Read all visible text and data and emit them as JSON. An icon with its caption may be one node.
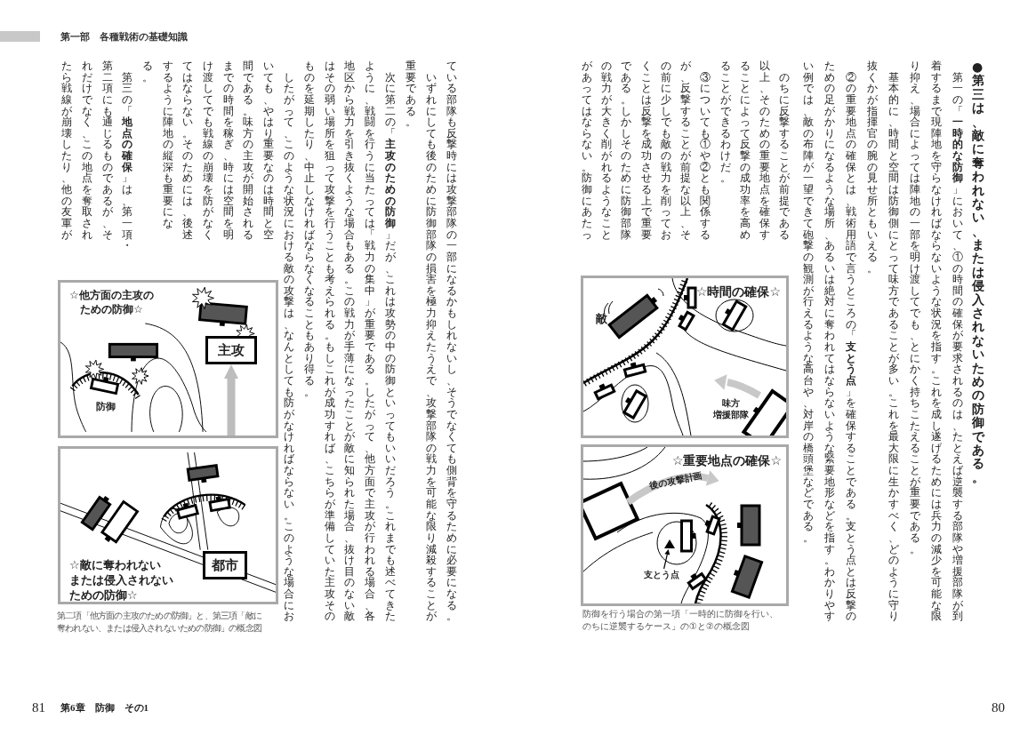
{
  "diagram": {
    "nodes": [
      {
        "text": [
          "☆時間の確保☆"
        ]
      },
      {
        "text": [
          "☆重要地点の確保☆"
        ]
      },
      {
        "text": [
          "支とう点"
        ],
        "in": 1
      },
      {
        "text": [],
        "shape": "triangle",
        "in": 1
      },
      {
        "text": [
          "☆他方面の主攻のための防御☆"
        ]
      },
      {
        "text": [
          "主攻"
        ],
        "in": 4
      },
      {
        "text": [
          "☆敵に奪われないまたは侵入されないための防御☆"
        ]
      },
      {
        "text": [
          "都市"
        ],
        "in": 6
      }
    ],
    "edges": [
      {
        "from": 2,
        "to": 3,
        "arrow": "to"
      },
      {
        "from": null,
        "to": 5,
        "arrow": "to",
        "style": "thick",
        "color": "#bdbdbd"
      }
    ],
    "labels": [
      "第一部　各種戦術の基礎知識",
      "●第三は、敵に奪われない、または侵入されないための防御である。",
      "第一の「**一時的な防御**」において、①の時間の確保が要求されるのは、たとえば逆襲する部隊や増援部隊が到着するまで現陣地を守らなければならないような状況を指す。これを成し遂げるためには兵力の減少を可能な限り抑え、場合によっては陣地の一部を明け渡してでも、とにかく持ちこたえることが重要である。",
      "基本的に、時間と空間は防御側にとって味方であることが多い。これを最大限に生かすべく、どのように守り抜くかが指揮官の腕の見せ所ともいえる。",
      "②の重要地点の確保とは、戦術用語で言うところの「**支とう点**」を確保することである。支とう点とは反撃のための足がかりになるような場所、あるいは絶対に奪われてはならないような緊要地形などを指す。わかりやすい例では、敵の布陣が一望できて砲撃の観測が行えるような高台や、対岸の橋頭堡などである。",
      "のちに反撃することが前提である以上、そのための重要地点を確保することによって反撃の成功率を高めることができるわけだ。",
      "③についても①や②とも関係するが、反撃することが前提な以上、その前に少しでも敵の戦力を削っておくことは反撃を成功させる上で重要である。しかしそのために防御部隊の戦力が大きく削がれるようなことがあってはならない。防御にあたっ",
      "敵",
      "味方増援部隊",
      "後の攻撃計画",
      "防御を行う場合の第一項「一時的に防御を行い、のちに逆襲するケース」の①と②の概念図",
      "ている部隊も反撃時には攻撃部隊の一部になるかもしれないし、そうでなくても側背を守るために必要になる。",
      "いずれにしても後のために防御部隊の損害を極力抑えたうえで、攻撃部隊の戦力を可能な限り減殺することが重要である。",
      "次に第二の「**主攻のための防御**」だが、これは攻勢の中の防御といってもいいだろう。これまでも述べてきたように、戦闘を行うに当たっては「戦力の集中」が重要である。したがって、他方面で主攻が行われる場合、各地区から戦力を引き抜くような場合もある。この戦力が手薄になったことが敵に知られた場合、抜け目のない敵はその弱い場所を狙って攻撃を行うことも考えられる。もしこれが成功すれば、こちらが準備していた主攻そのものを延期したり、中止しなければならなくなることもあり得る。",
      "したがって、このような状況における敵の攻撃は、なんとしても防がなければならない。このような場合にお",
      "いても、やはり重要なのは時間と空間である。味方の主攻が開始されるまでの時間を稼ぎ、時には空間を明け渡してでも戦線の崩壊を防がなくてはならない。そのためには、後述するように陣地の縦深も重要になる。",
      "第三の「**地点の確保**」は、第一項・第二項にも通じるものであるが、それだけでなく、この地点を奪取されたら戦線が崩壊したり、他の友軍が",
      "防御",
      "第二項「他方面の主攻のための防御」と、第三項「敵に奪われない、または侵入されないための防御」の概念図",
      "81",
      "第6章　防御　その1",
      "80"
    ]
  }
}
